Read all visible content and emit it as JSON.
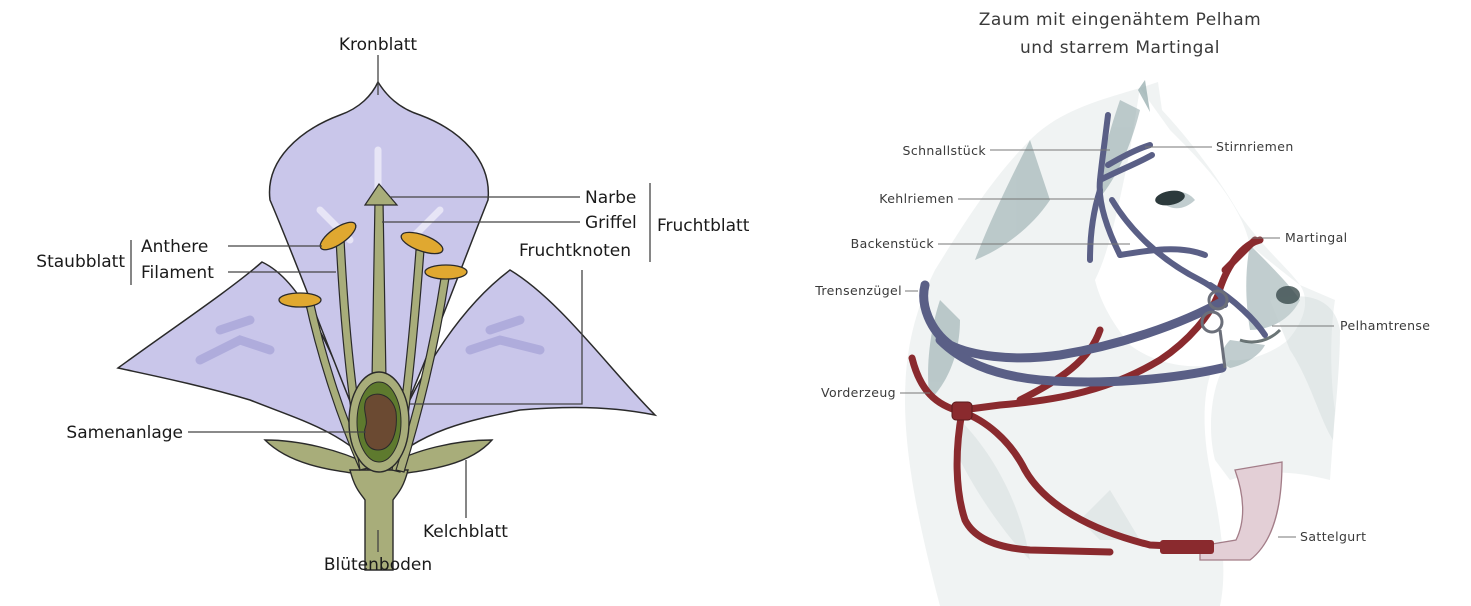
{
  "flower": {
    "labels": {
      "kronblatt": "Kronblatt",
      "narbe": "Narbe",
      "griffel": "Griffel",
      "fruchtknoten": "Fruchtknoten",
      "fruchtblatt": "Fruchtblatt",
      "anthere": "Anthere",
      "filament": "Filament",
      "staubblatt": "Staubblatt",
      "samenanlage": "Samenanlage",
      "kelchblatt": "Kelchblatt",
      "bluetenboden": "Blütenboden"
    },
    "colors": {
      "petal": "#c9c6ea",
      "petal_vein": "#a9a6d9",
      "stem": "#a8ad7a",
      "anther": "#e0a830",
      "ovary": "#5e7a2e",
      "ovule": "#6b4a32"
    }
  },
  "horse": {
    "title_line1": "Zaum mit eingenähtem Pelham",
    "title_line2": "und starrem Martingal",
    "labels": {
      "schnallstueck": "Schnallstück",
      "stirnriemen": "Stirnriemen",
      "kehlriemen": "Kehlriemen",
      "backenstueck": "Backenstück",
      "martingal": "Martingal",
      "trensenzuegel": "Trensenzügel",
      "pelhamtrense": "Pelhamtrense",
      "vorderzeug": "Vorderzeug",
      "sattelgurt": "Sattelgurt"
    },
    "colors": {
      "bridle": "#5a5f86",
      "martingale": "#8a2a2e",
      "girth": "#e3cfd6",
      "coat_shadow": "#8fa6a8"
    }
  }
}
